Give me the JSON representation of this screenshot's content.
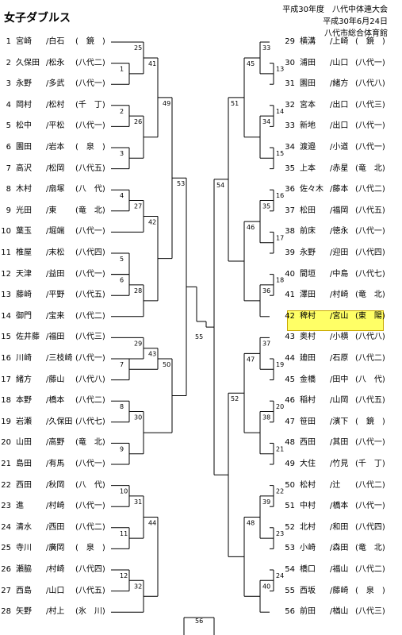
{
  "title": "女子ダブルス",
  "header": [
    "平成30年度　八代中体連大会",
    "平成30年6月24日",
    "八代市総合体育館"
  ],
  "left_entries": [
    {
      "num": "1",
      "p1": "宮崎",
      "p2": "/白石",
      "school": "(　鏡　)"
    },
    {
      "num": "2",
      "p1": "久保田",
      "p2": "/松永",
      "school": "(八代二)"
    },
    {
      "num": "3",
      "p1": "永野",
      "p2": "/多武",
      "school": "(八代一)"
    },
    {
      "num": "4",
      "p1": "岡村",
      "p2": "/松村",
      "school": "(千　丁)"
    },
    {
      "num": "5",
      "p1": "松中",
      "p2": "/平松",
      "school": "(八代一)"
    },
    {
      "num": "6",
      "p1": "園田",
      "p2": "/岩本",
      "school": "(　泉　)"
    },
    {
      "num": "7",
      "p1": "高沢",
      "p2": "/松岡",
      "school": "(八代五)"
    },
    {
      "num": "8",
      "p1": "木村",
      "p2": "/扇塚",
      "school": "(八　代)"
    },
    {
      "num": "9",
      "p1": "光田",
      "p2": "/東",
      "school": "(竜　北)"
    },
    {
      "num": "10",
      "p1": "葉玉",
      "p2": "/堀端",
      "school": "(八代一)"
    },
    {
      "num": "11",
      "p1": "椎屋",
      "p2": "/末松",
      "school": "(八代四)"
    },
    {
      "num": "12",
      "p1": "天津",
      "p2": "/益田",
      "school": "(八代一)"
    },
    {
      "num": "13",
      "p1": "藤崎",
      "p2": "/平野",
      "school": "(八代五)"
    },
    {
      "num": "14",
      "p1": "御門",
      "p2": "/宝来",
      "school": "(八代二)"
    },
    {
      "num": "15",
      "p1": "佐井藤",
      "p2": "/福田",
      "school": "(八代三)"
    },
    {
      "num": "16",
      "p1": "川崎",
      "p2": "/三枝崎",
      "school": "(八代一)"
    },
    {
      "num": "17",
      "p1": "緒方",
      "p2": "/藤山",
      "school": "(八代八)"
    },
    {
      "num": "18",
      "p1": "本野",
      "p2": "/橋本",
      "school": "(八代二)"
    },
    {
      "num": "19",
      "p1": "岩瀬",
      "p2": "/久保田",
      "school": "(八代七)"
    },
    {
      "num": "20",
      "p1": "山田",
      "p2": "/高野",
      "school": "(竜　北)"
    },
    {
      "num": "21",
      "p1": "島田",
      "p2": "/有馬",
      "school": "(八代一)"
    },
    {
      "num": "22",
      "p1": "西田",
      "p2": "/秋岡",
      "school": "(八　代)"
    },
    {
      "num": "23",
      "p1": "進",
      "p2": "/村崎",
      "school": "(八代一)"
    },
    {
      "num": "24",
      "p1": "清水",
      "p2": "/西田",
      "school": "(八代二)"
    },
    {
      "num": "25",
      "p1": "寺川",
      "p2": "/廣岡",
      "school": "(　泉　)"
    },
    {
      "num": "26",
      "p1": "瀬脇",
      "p2": "/村崎",
      "school": "(八代四)"
    },
    {
      "num": "27",
      "p1": "西島",
      "p2": "/山口",
      "school": "(八代五)"
    },
    {
      "num": "28",
      "p1": "矢野",
      "p2": "/村上",
      "school": "(氷　川)"
    }
  ],
  "right_entries": [
    {
      "num": "29",
      "p1": "横溝",
      "p2": "/上崎",
      "school": "(　鏡　)"
    },
    {
      "num": "30",
      "p1": "浦田",
      "p2": "/山口",
      "school": "(八代一)"
    },
    {
      "num": "31",
      "p1": "園田",
      "p2": "/緒方",
      "school": "(八代八)"
    },
    {
      "num": "32",
      "p1": "宮本",
      "p2": "/出口",
      "school": "(八代三)"
    },
    {
      "num": "33",
      "p1": "新地",
      "p2": "/出口",
      "school": "(八代一)"
    },
    {
      "num": "34",
      "p1": "渡邉",
      "p2": "/小道",
      "school": "(八代一)"
    },
    {
      "num": "35",
      "p1": "上本",
      "p2": "/赤星",
      "school": "(竜　北)"
    },
    {
      "num": "36",
      "p1": "佐々木",
      "p2": "/藤本",
      "school": "(八代二)"
    },
    {
      "num": "37",
      "p1": "松田",
      "p2": "/福岡",
      "school": "(八代五)"
    },
    {
      "num": "38",
      "p1": "前床",
      "p2": "/徳永",
      "school": "(八代一)"
    },
    {
      "num": "39",
      "p1": "永野",
      "p2": "/迎田",
      "school": "(八代四)"
    },
    {
      "num": "40",
      "p1": "間垣",
      "p2": "/中島",
      "school": "(八代七)"
    },
    {
      "num": "41",
      "p1": "澤田",
      "p2": "/村崎",
      "school": "(竜　北)"
    },
    {
      "num": "42",
      "p1": "稗村",
      "p2": "/宮山",
      "school": "(東　陽)"
    },
    {
      "num": "43",
      "p1": "奥村",
      "p2": "/小横",
      "school": "(八代八)"
    },
    {
      "num": "44",
      "p1": "廸田",
      "p2": "/石原",
      "school": "(八代二)"
    },
    {
      "num": "45",
      "p1": "金橋",
      "p2": "/田中",
      "school": "(八　代)"
    },
    {
      "num": "46",
      "p1": "稲村",
      "p2": "/山岡",
      "school": "(八代五)"
    },
    {
      "num": "47",
      "p1": "笹田",
      "p2": "/濱下",
      "school": "(　鏡　)"
    },
    {
      "num": "48",
      "p1": "西田",
      "p2": "/其田",
      "school": "(八代一)"
    },
    {
      "num": "49",
      "p1": "大住",
      "p2": "/竹見",
      "school": "(千　丁)"
    },
    {
      "num": "50",
      "p1": "松村",
      "p2": "/辻",
      "school": "(八代二)"
    },
    {
      "num": "51",
      "p1": "中村",
      "p2": "/橋本",
      "school": "(八代一)"
    },
    {
      "num": "52",
      "p1": "北村",
      "p2": "/和田",
      "school": "(八代四)"
    },
    {
      "num": "53",
      "p1": "小崎",
      "p2": "/森田",
      "school": "(竜　北)"
    },
    {
      "num": "54",
      "p1": "橋口",
      "p2": "/福山",
      "school": "(八代二)"
    },
    {
      "num": "55",
      "p1": "西坂",
      "p2": "/藤崎",
      "school": "(　泉　)"
    },
    {
      "num": "56",
      "p1": "前田",
      "p2": "/楢山",
      "school": "(八代三)"
    }
  ],
  "highlight_entry": "42",
  "match_numbers": [
    "1",
    "2",
    "3",
    "4",
    "5",
    "6",
    "7",
    "8",
    "9",
    "10",
    "11",
    "12",
    "13",
    "14",
    "15",
    "16",
    "17",
    "18",
    "19",
    "20",
    "21",
    "22",
    "23",
    "24",
    "25",
    "26",
    "27",
    "28",
    "29",
    "30",
    "31",
    "32",
    "33",
    "34",
    "35",
    "36",
    "37",
    "38",
    "39",
    "40",
    "41",
    "42",
    "43",
    "44",
    "45",
    "46",
    "47",
    "48",
    "49",
    "50",
    "51",
    "52",
    "53",
    "54",
    "55",
    "56"
  ],
  "colors": {
    "highlight_fill": "#ffff66",
    "highlight_border": "#c9a800",
    "line": "#000000"
  }
}
